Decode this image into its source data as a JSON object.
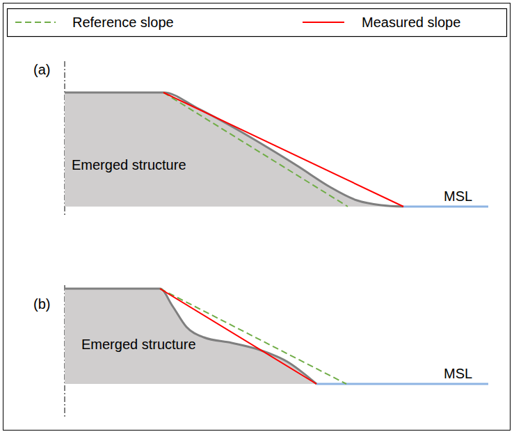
{
  "diagram": {
    "nodes": [
      {
        "text": [
          "Emerged structure"
        ]
      },
      {
        "text": [
          "Emerged structure"
        ]
      }
    ],
    "labels": [
      "(a)",
      "MSL",
      "(b)",
      "MSL"
    ],
    "legend": [
      {
        "text": "Reference slope"
      },
      {
        "text": "Measured slope"
      }
    ]
  }
}
